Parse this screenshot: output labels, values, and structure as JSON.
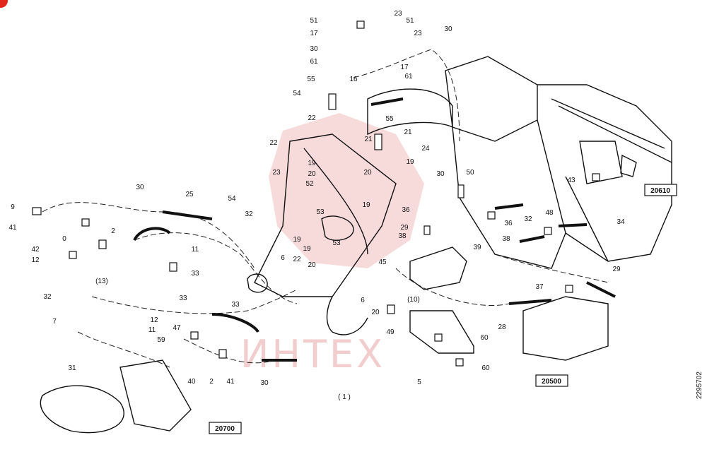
{
  "diagram": {
    "caption": "( 1 )",
    "drawing_number": "2295702",
    "watermark": "ИНТЕХ",
    "colors": {
      "line": "#111111",
      "watermark": "#f2cdcd",
      "badge": "#e2271c"
    },
    "reference_boxes": [
      "20610",
      "20500",
      "20700"
    ],
    "part_labels": [
      "51",
      "23",
      "17",
      "51",
      "30",
      "23",
      "30",
      "61",
      "17",
      "61",
      "55",
      "16",
      "54",
      "22",
      "55",
      "21",
      "21",
      "19",
      "19",
      "22",
      "20",
      "24",
      "23",
      "52",
      "53",
      "19",
      "20",
      "30",
      "50",
      "25",
      "30",
      "9",
      "41",
      "0",
      "2",
      "42",
      "12",
      "11",
      "33",
      "54",
      "32",
      "22",
      "19",
      "6",
      "20",
      "53",
      "36",
      "29",
      "38",
      "39",
      "36",
      "32",
      "48",
      "38",
      "43",
      "34",
      "45",
      "20",
      "6",
      "19",
      "(10)",
      "(13)",
      "32",
      "33",
      "7",
      "12",
      "11",
      "37",
      "29",
      "28",
      "47",
      "59",
      "40",
      "2",
      "41",
      "30",
      "33",
      "49",
      "60",
      "60",
      "5",
      "31"
    ]
  }
}
